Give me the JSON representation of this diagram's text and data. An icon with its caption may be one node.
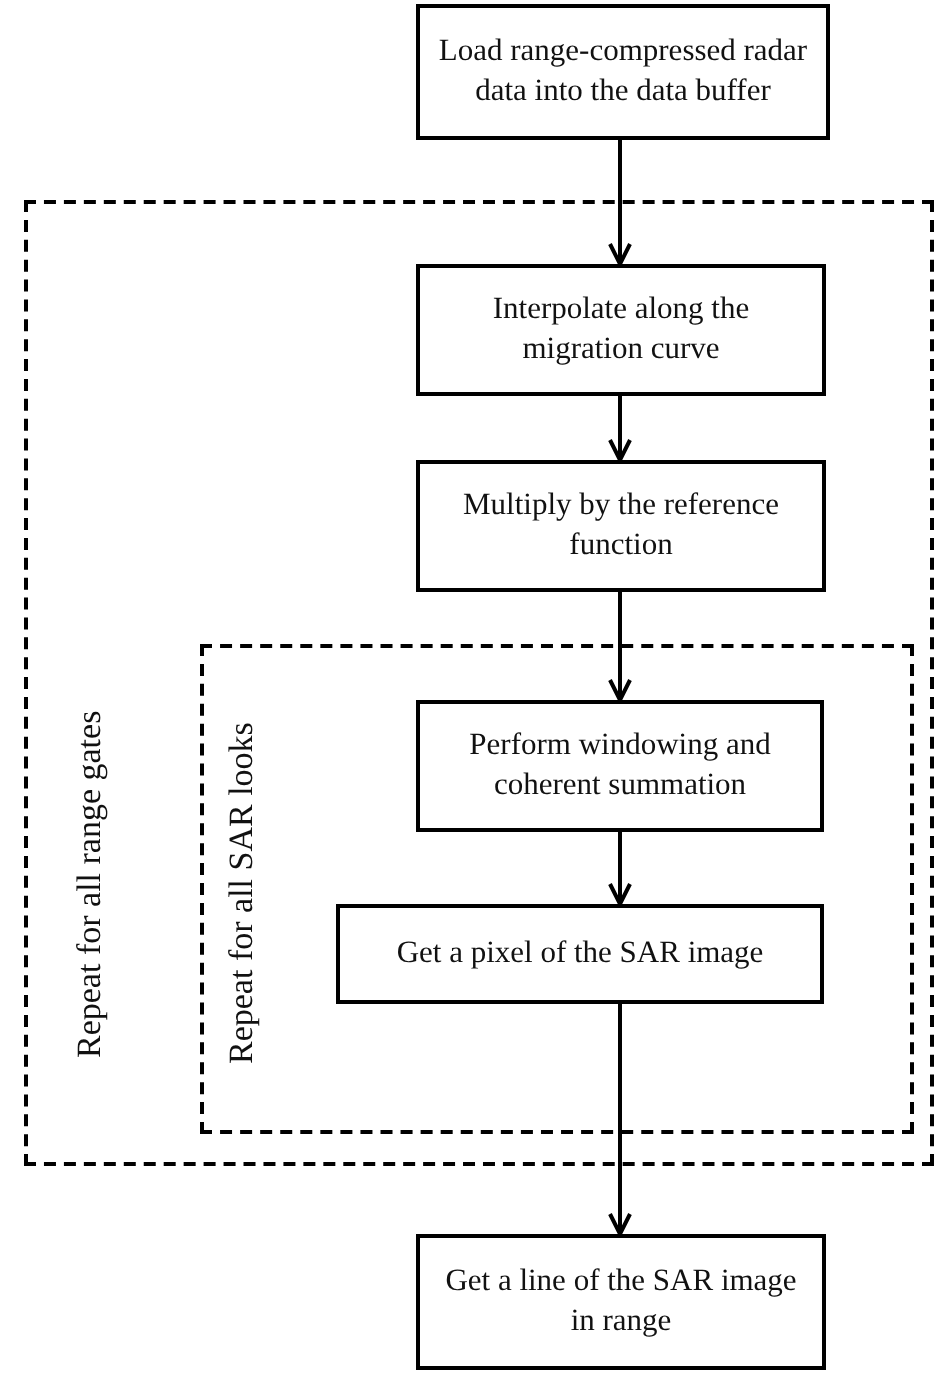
{
  "diagram": {
    "nodes": [
      {
        "text": [
          "Load range-compressed radar data into the data buffer"
        ]
      },
      {
        "text": [
          "Repeat for all range gates"
        ]
      },
      {
        "text": [
          "Interpolate along the migration curve"
        ],
        "in": 1
      },
      {
        "text": [
          "Multiply by the reference function"
        ],
        "in": 1
      },
      {
        "text": [
          "Repeat for all SAR looks"
        ],
        "in": 1
      },
      {
        "text": [
          "Perform windowing and coherent summation"
        ],
        "in": 4
      },
      {
        "text": [
          "Get a pixel of the SAR image"
        ],
        "in": 4
      },
      {
        "text": [
          "Get a line of the SAR image in range"
        ]
      }
    ],
    "edges": [
      {
        "from": 0,
        "to": 2,
        "arrow": "to"
      },
      {
        "from": 2,
        "to": 3,
        "arrow": "to"
      },
      {
        "from": 3,
        "to": 5,
        "arrow": "to"
      },
      {
        "from": 5,
        "to": 6,
        "arrow": "to"
      },
      {
        "from": 6,
        "to": 7,
        "arrow": "to"
      }
    ]
  }
}
